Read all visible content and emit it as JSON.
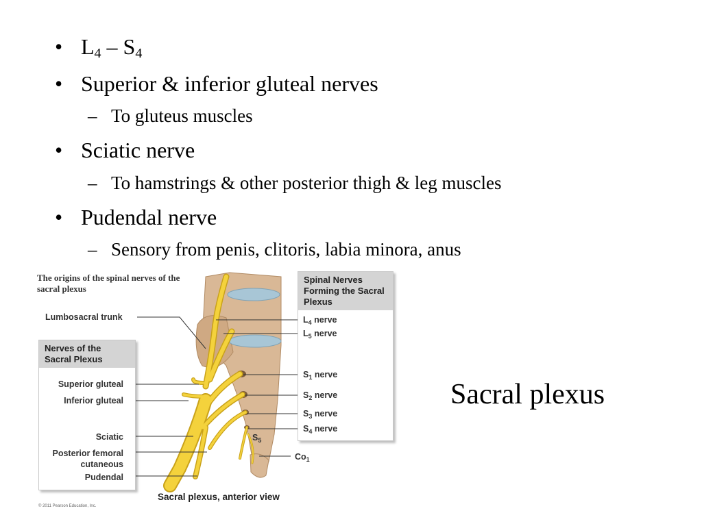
{
  "bullets": [
    {
      "level": 1,
      "text_main": "L",
      "sub1": "4",
      "mid": " – S",
      "sub2": "4"
    },
    {
      "level": 1,
      "text": "Superior & inferior gluteal nerves"
    },
    {
      "level": 2,
      "text": "To gluteus muscles"
    },
    {
      "level": 1,
      "text": "Sciatic nerve"
    },
    {
      "level": 2,
      "text": "To hamstrings & other posterior thigh & leg muscles"
    },
    {
      "level": 1,
      "text": "Pudendal nerve"
    },
    {
      "level": 2,
      "text": "Sensory from penis, clitoris, labia minora, anus"
    }
  ],
  "bullet_symbol": "•",
  "dash_symbol": "–",
  "slide_caption": "Sacral plexus",
  "figure": {
    "title": "The origins of the spinal nerves of the sacral plexus",
    "lumbosacral_trunk": "Lumbosacral trunk",
    "left_box": {
      "heading": "Nerves of the Sacral Plexus",
      "items": [
        "Superior gluteal",
        "Inferior gluteal",
        "Sciatic",
        "Posterior femoral cutaneous",
        "Pudendal"
      ]
    },
    "right_box": {
      "heading": "Spinal Nerves Forming the Sacral Plexus",
      "items": [
        {
          "base": "L",
          "sub": "4",
          "rest": " nerve"
        },
        {
          "base": "L",
          "sub": "5",
          "rest": " nerve"
        },
        {
          "base": "S",
          "sub": "1",
          "rest": " nerve"
        },
        {
          "base": "S",
          "sub": "2",
          "rest": " nerve"
        },
        {
          "base": "S",
          "sub": "3",
          "rest": " nerve"
        },
        {
          "base": "S",
          "sub": "4",
          "rest": " nerve"
        }
      ]
    },
    "s5_label": {
      "base": "S",
      "sub": "5"
    },
    "co1_label": {
      "base": "Co",
      "sub": "1"
    },
    "caption": "Sacral plexus, anterior view",
    "copyright": "© 2011 Pearson Education, Inc."
  },
  "colors": {
    "nerve": "#f4d23c",
    "nerve_edge": "#c9a21a",
    "bone": "#d9b896",
    "disc": "#a8c6d6",
    "box_head": "#d4d4d4"
  }
}
